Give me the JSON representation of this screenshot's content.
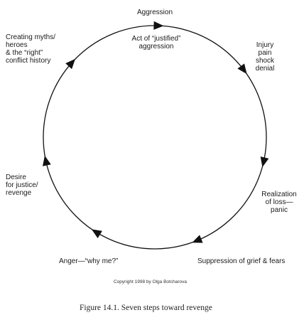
{
  "diagram": {
    "steps": [
      {
        "id": "aggression",
        "lines": [
          "Aggression"
        ]
      },
      {
        "id": "act",
        "lines": [
          "Act of “justified”",
          "aggression"
        ]
      },
      {
        "id": "injury",
        "lines": [
          "Injury",
          "pain",
          "shock",
          "denial"
        ]
      },
      {
        "id": "realization",
        "lines": [
          "Realization",
          "of loss—",
          "panic"
        ]
      },
      {
        "id": "suppression",
        "lines": [
          "Suppression of grief & fears"
        ]
      },
      {
        "id": "anger",
        "lines": [
          "Anger—“why me?”"
        ]
      },
      {
        "id": "desire",
        "lines": [
          "Desire",
          "for justice/",
          "revenge"
        ]
      },
      {
        "id": "myths",
        "lines": [
          "Creating myths/",
          "heroes",
          "& the “right”",
          "conflict history"
        ]
      }
    ],
    "copyright": "Copyright 1998 by Olga Botcharova",
    "caption": "Figure 14.1. Seven steps toward revenge",
    "colors": {
      "stroke": "#111111",
      "text": "#1a1a1a"
    }
  }
}
